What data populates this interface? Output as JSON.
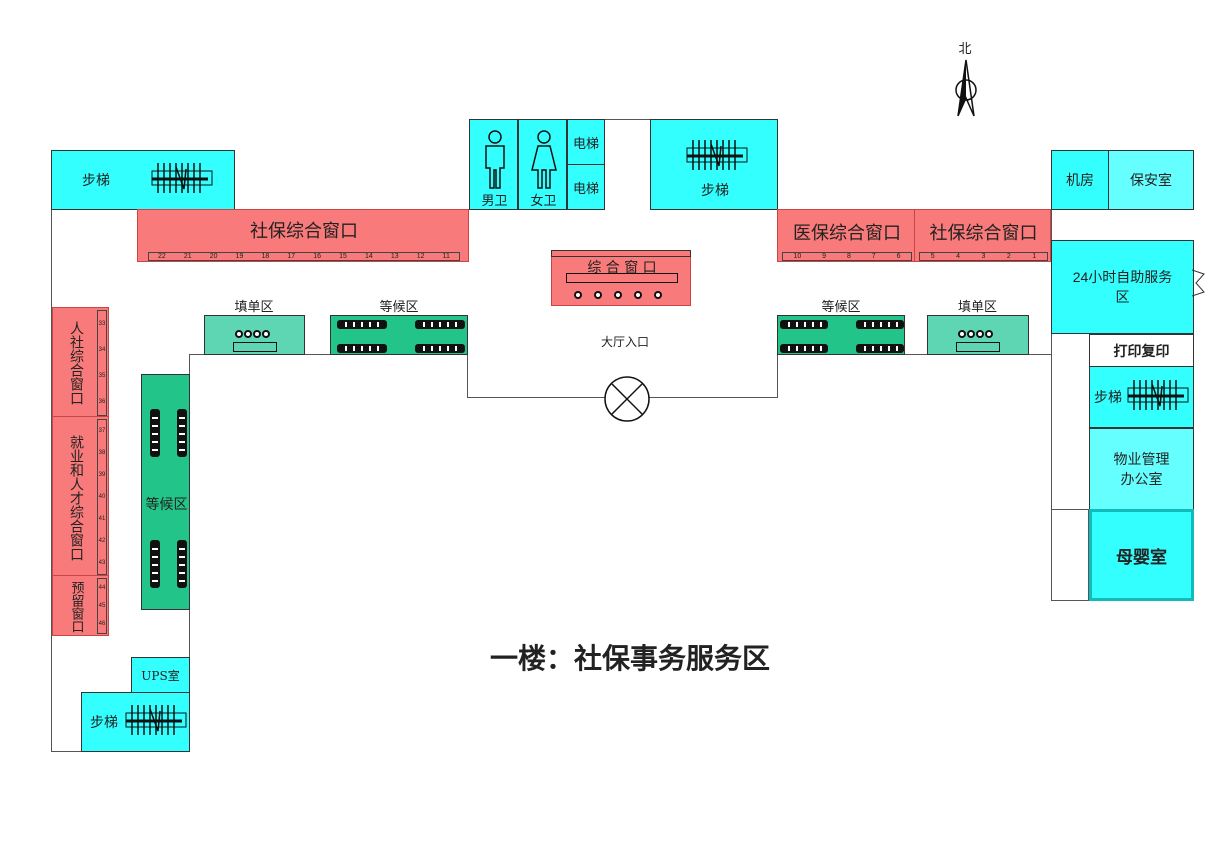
{
  "north": "北",
  "title": "一楼：社保事务服务区",
  "entrance": "大厅入口",
  "rooms": {
    "stairs_nw": "步梯",
    "men_wc": "男卫",
    "women_wc": "女卫",
    "elevator_1": "电梯",
    "elevator_2": "电梯",
    "stairs_n": "步梯",
    "machine_room": "机房",
    "security_room": "保安室",
    "self_service": "24小时自助服务区",
    "print_copy": "打印复印",
    "stairs_e": "步梯",
    "property_office": "物业管理办公室",
    "mother_baby": "母婴室",
    "ups_room": "UPS室",
    "stairs_sw": "步梯"
  },
  "counters": {
    "shebao_north": {
      "label": "社保综合窗口",
      "numbers": [
        "22",
        "21",
        "20",
        "19",
        "18",
        "17",
        "16",
        "15",
        "14",
        "13",
        "12",
        "11"
      ]
    },
    "general": {
      "label": "综 合 窗 口"
    },
    "yibao": {
      "label": "医保综合窗口",
      "numbers": [
        "10",
        "9",
        "8",
        "7",
        "6"
      ]
    },
    "shebao_east": {
      "label": "社保综合窗口",
      "numbers": [
        "5",
        "4",
        "3",
        "2",
        "1"
      ]
    },
    "renshe": {
      "label": "人社综合窗口",
      "numbers": [
        "33",
        "34",
        "35",
        "36"
      ]
    },
    "jiuye": {
      "label": "就业和人才综合窗口",
      "numbers": [
        "37",
        "38",
        "39",
        "40",
        "41",
        "42",
        "43"
      ]
    },
    "reserved": {
      "label": "预留窗口",
      "numbers": [
        "44",
        "45",
        "46"
      ]
    }
  },
  "zones": {
    "fill_form_w": "填单区",
    "waiting_w": "等候区",
    "waiting_e": "等候区",
    "fill_form_e": "填单区",
    "waiting_left": "等候区"
  },
  "colors": {
    "room": "#33ffff",
    "counter": "#f97a7a",
    "waiting": "#22c48a",
    "fill_form": "#5fd6b3"
  }
}
